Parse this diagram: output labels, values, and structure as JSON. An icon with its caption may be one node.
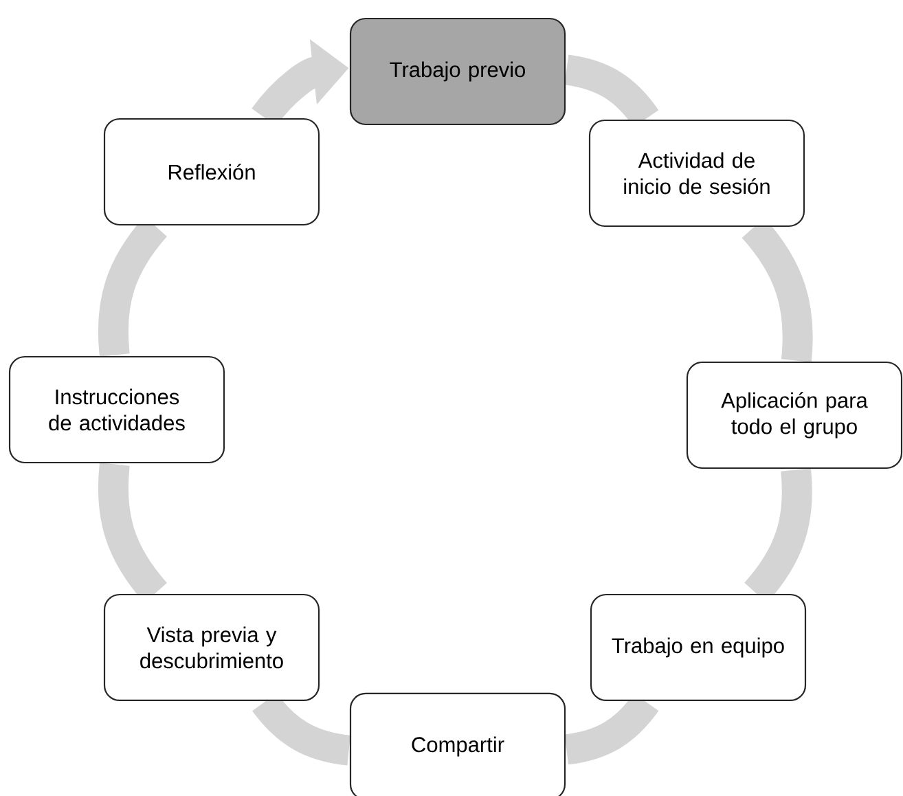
{
  "diagram": {
    "nodes": [
      {
        "text": [
          "Trabajo previo"
        ]
      },
      {
        "text": [
          "Actividad de inicio de sesión"
        ]
      },
      {
        "text": [
          "Aplicación para todo el grupo"
        ]
      },
      {
        "text": [
          "Trabajo en equipo"
        ]
      },
      {
        "text": [
          "Compartir"
        ]
      },
      {
        "text": [
          "Vista previa y descubrimiento"
        ]
      },
      {
        "text": [
          "Instrucciones de actividades"
        ]
      },
      {
        "text": [
          "Reflexión"
        ]
      }
    ],
    "edges": [
      {
        "from": 0,
        "to": 1,
        "arrow": "none"
      },
      {
        "from": 1,
        "to": 2,
        "arrow": "none"
      },
      {
        "from": 2,
        "to": 3,
        "arrow": "none"
      },
      {
        "from": 3,
        "to": 4,
        "arrow": "none"
      },
      {
        "from": 4,
        "to": 5,
        "arrow": "none"
      },
      {
        "from": 5,
        "to": 6,
        "arrow": "none"
      },
      {
        "from": 6,
        "to": 7,
        "arrow": "none"
      },
      {
        "from": 7,
        "to": 0,
        "arrow": "to"
      }
    ]
  }
}
